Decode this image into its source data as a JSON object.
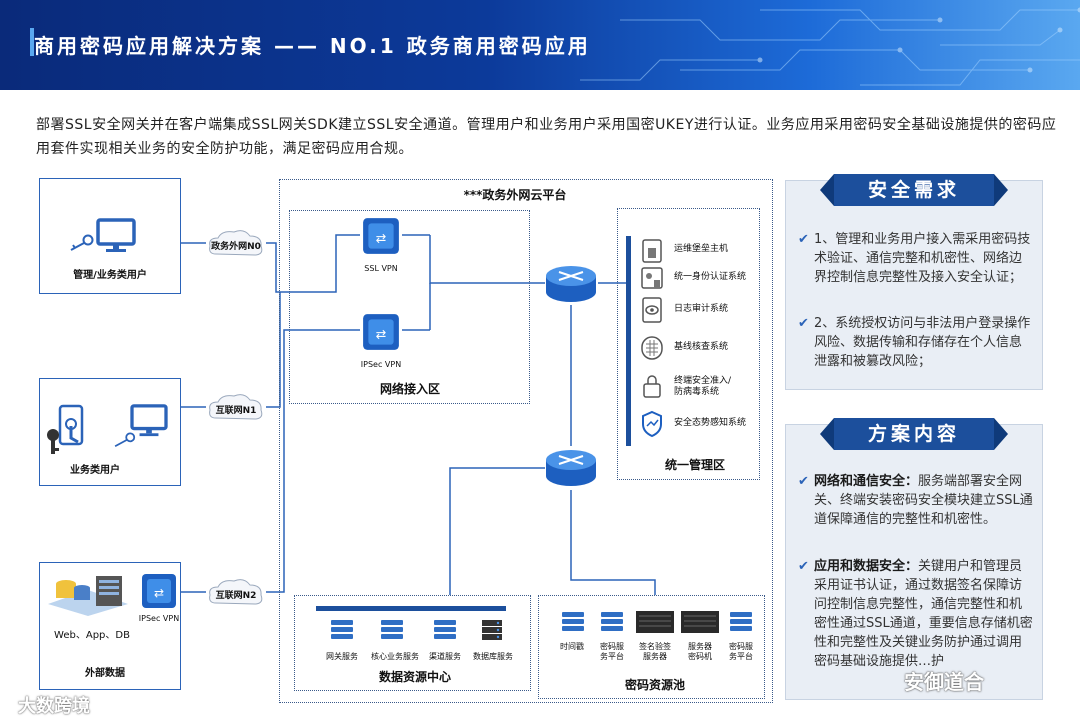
{
  "header": {
    "title": "商用密码应用解决方案 —— NO.1 政务商用密码应用"
  },
  "intro": "部署SSL安全网关并在客户端集成SSL网关SDK建立SSL安全通道。管理用户和业务用户采用国密UKEY进行认证。业务应用采用密码安全基础设施提供的密码应用套件实现相关业务的安全防护功能，满足密码应用合规。",
  "diagram": {
    "platform_title": "***政务外网云平台",
    "users": {
      "mgmt_user": "管理/业务类用户",
      "biz_user": "业务类用户",
      "external": "外部数据",
      "external_sub": "Web、App、DB",
      "ipsec_left": "IPSec VPN"
    },
    "networks": {
      "n0": "政务外网N0",
      "n1": "互联网N1",
      "n2": "互联网N2"
    },
    "access_zone": {
      "title": "网络接入区",
      "ssl": "SSL VPN",
      "ipsec": "IPSec VPN"
    },
    "mgmt_zone": {
      "title": "统一管理区",
      "items": [
        "运维堡垒主机",
        "统一身份认证系统",
        "日志审计系统",
        "基线核查系统",
        "终端安全准入/\n防病毒系统",
        "安全态势感知系统"
      ]
    },
    "data_center": {
      "title": "数据资源中心",
      "items": [
        "网关服务",
        "核心业务服务",
        "渠道服务",
        "数据库服务"
      ]
    },
    "crypto_pool": {
      "title": "密码资源池",
      "items": [
        "时间戳",
        "密码服\n务平台",
        "签名验签\n服务器",
        "服务器\n密码机",
        "密码服\n务平台"
      ]
    }
  },
  "security_needs": {
    "title": "安全需求",
    "items": [
      "1、管理和业务用户接入需采用密码技术验证、通信完整和机密性、网络边界控制信息完整性及接入安全认证；",
      "2、系统授权访问与非法用户登录操作风险、数据传输和存储存在个人信息泄露和被篡改风险；"
    ]
  },
  "solution": {
    "title": "方案内容",
    "items": [
      {
        "head": "网络和通信安全：",
        "body": "服务端部署安全网关、终端安装密码安全模块建立SSL通道保障通信的完整性和机密性。"
      },
      {
        "head": "应用和数据安全：",
        "body": "关键用户和管理员采用证书认证，通过数据签名保障访问控制信息完整性，通信完整性和机密性通过SSL通道，重要信息存储机密性和完整性及关键业务防护通过调用密码基础设施提供…护"
      }
    ]
  },
  "watermarks": {
    "left": "大数跨境",
    "right": "安御道合"
  },
  "colors": {
    "accent": "#1c4f9c",
    "line": "#2b63b8"
  }
}
